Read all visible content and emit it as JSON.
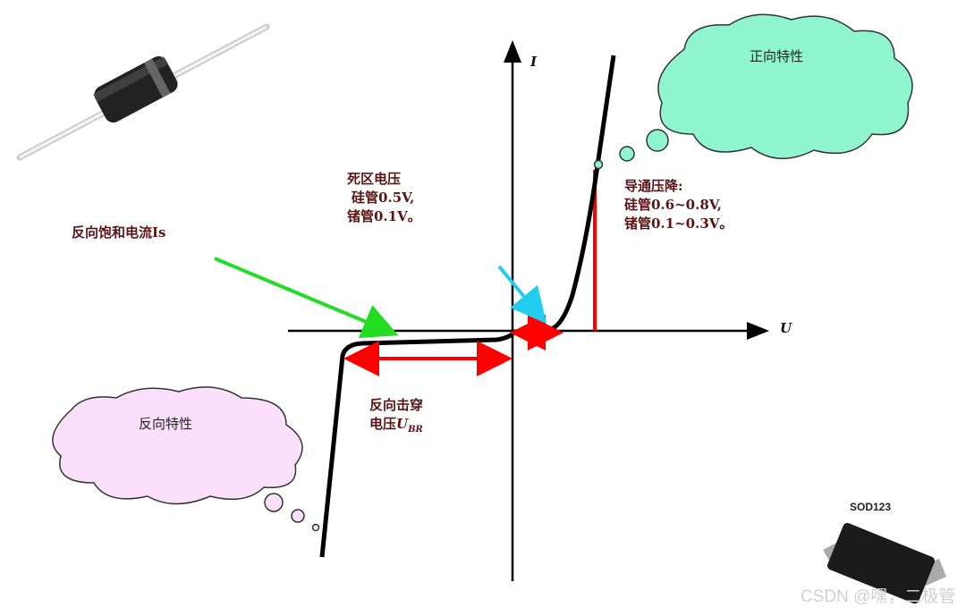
{
  "axes": {
    "y_label": "I",
    "x_label": "U"
  },
  "labels": {
    "reverse_saturation": "反向饱和电流Is",
    "dead_zone": [
      "死区电压",
      "硅管0.5V,",
      "锗管0.1V。"
    ],
    "forward_drop": [
      "导通压降:",
      "硅管0.6~0.8V,",
      "锗管0.1~0.3V。"
    ],
    "breakdown_line1": "反向击穿",
    "breakdown_line2": "电压",
    "breakdown_symbol": "U",
    "breakdown_sub": "BR"
  },
  "clouds": {
    "forward": "正向特性",
    "reverse": "反向特性"
  },
  "package_label": "SOD123",
  "watermark": "CSDN @嘿，二极管",
  "colors": {
    "curve": "#000000",
    "red": "#ff0000",
    "green": "#22dd22",
    "cyan": "#22ccee",
    "forward_cloud": "#8ef5cf",
    "reverse_cloud": "#fbe0fb"
  }
}
